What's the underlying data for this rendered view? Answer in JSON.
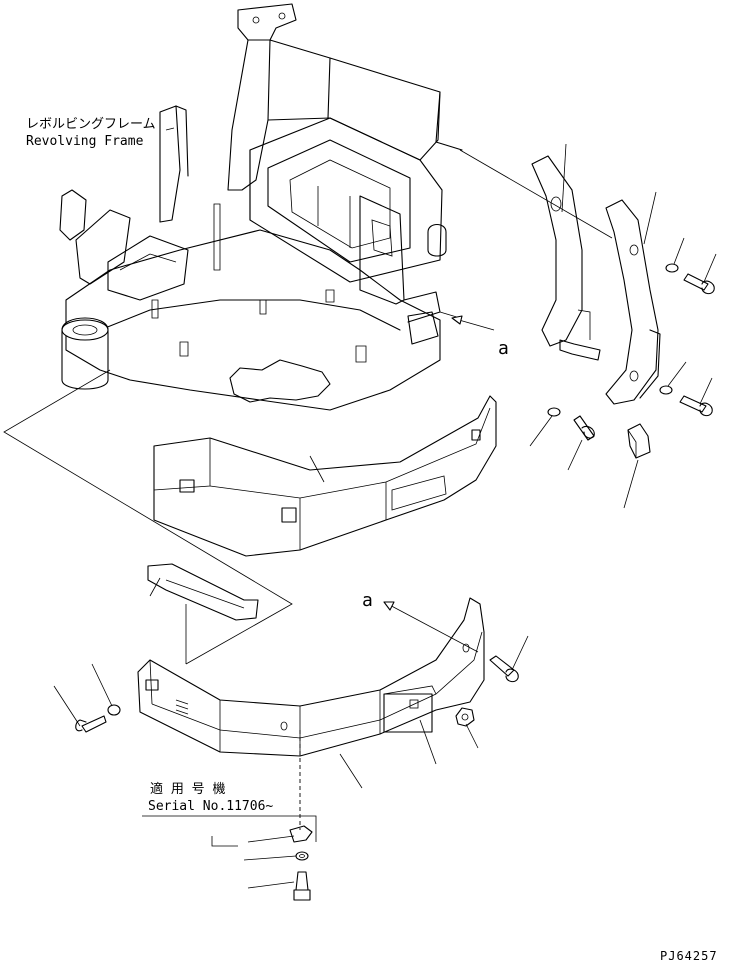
{
  "labels": {
    "frame_jp": "レボルビングフレーム",
    "frame_en": "Revolving Frame",
    "serial_jp": "適 用 号 機",
    "serial_en": "Serial No.11706~",
    "ref_a_upper": "a",
    "ref_a_lower": "a",
    "drawing_number": "PJ64257"
  },
  "colors": {
    "line": "#000000",
    "background": "#ffffff"
  }
}
